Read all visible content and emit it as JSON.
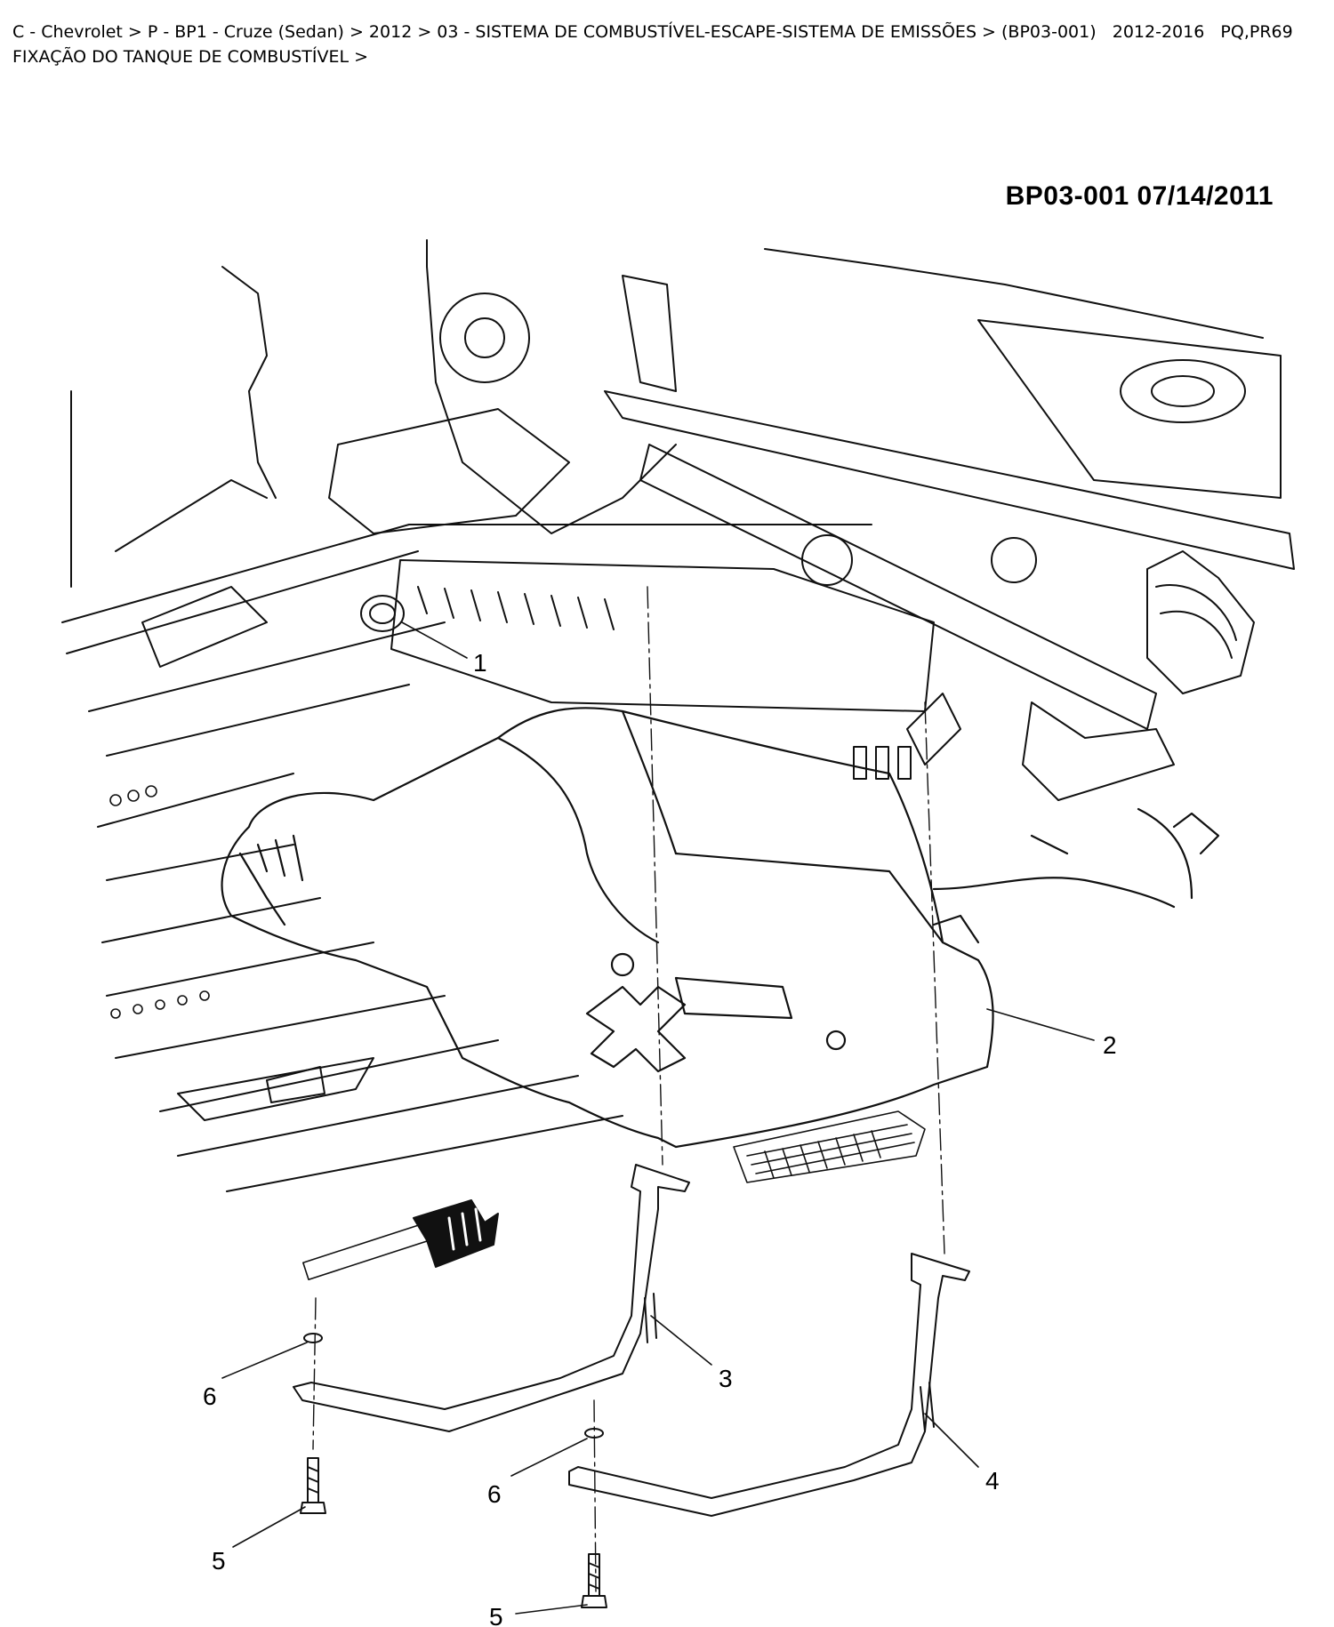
{
  "breadcrumb": {
    "line1": "C - Chevrolet > P - BP1 - Cruze (Sedan) > 2012 > 03 - SISTEMA DE COMBUSTÍVEL-ESCAPE-SISTEMA DE EMISSÕES > (BP03-001)   2012-2016   PQ,PR69",
    "line2": "FIXAÇÃO DO TANQUE DE COMBUSTÍVEL >"
  },
  "diagram": {
    "code_date": "BP03-001  07/14/2011",
    "callouts": [
      "1",
      "2",
      "3",
      "4",
      "5",
      "5",
      "6",
      "6"
    ]
  }
}
